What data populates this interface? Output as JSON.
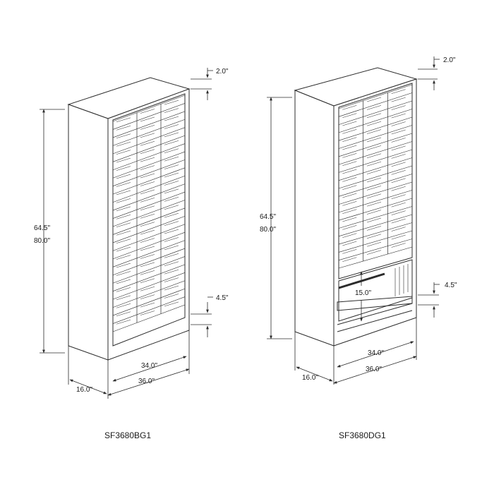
{
  "colors": {
    "line": "#2b2b2b",
    "background": "#ffffff"
  },
  "units": [
    {
      "model": "SF3680BG1",
      "dims": {
        "top": "2.0\"",
        "height_inner": "64.5\"",
        "height_overall": "80.0\"",
        "base": "4.5\"",
        "width_inner": "34.0\"",
        "width_overall": "36.0\"",
        "depth": "16.0\""
      }
    },
    {
      "model": "SF3680DG1",
      "dims": {
        "top": "2.0\"",
        "height_inner": "64.5\"",
        "height_overall": "80.0\"",
        "base": "4.5\"",
        "drawer": "15.0\"",
        "width_inner": "34.0\"",
        "width_overall": "36.0\"",
        "depth": "16.0\""
      }
    }
  ]
}
